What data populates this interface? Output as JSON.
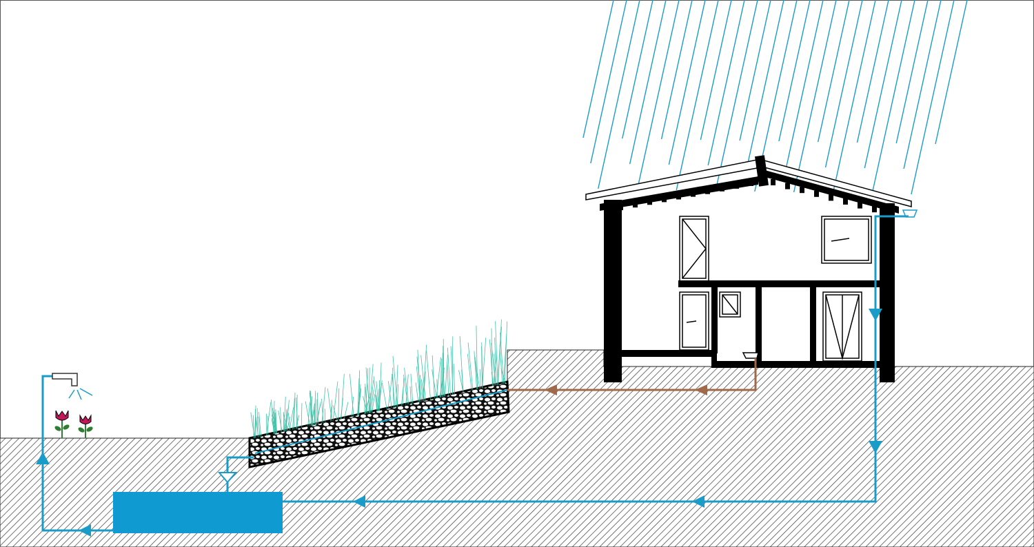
{
  "diagram": {
    "description_visible_text": [],
    "components": {
      "rain": "rain-lines",
      "house": "house-section",
      "gutter": "roof-gutter",
      "downpipe": "rainwater-downpipe",
      "greywater_pipe": "greywater-pipe",
      "constructed_wetland": "gravel-reed-bed",
      "storage_tank": "water-storage-tank",
      "irrigation_outlet": "garden-tap",
      "flowers": [
        "flower-icon",
        "flower-icon"
      ]
    },
    "flow_arrows": [
      {
        "name": "downpipe-down-arrow-1",
        "direction": "down"
      },
      {
        "name": "downpipe-down-arrow-2",
        "direction": "down"
      },
      {
        "name": "return-left-arrow-1",
        "direction": "left"
      },
      {
        "name": "return-left-arrow-2",
        "direction": "left"
      },
      {
        "name": "greywater-left-arrow-1",
        "direction": "left"
      },
      {
        "name": "greywater-left-arrow-2",
        "direction": "left"
      },
      {
        "name": "wetland-down-arrow",
        "direction": "down"
      },
      {
        "name": "tank-out-left-arrow",
        "direction": "left"
      },
      {
        "name": "riser-up-arrow",
        "direction": "up"
      }
    ]
  },
  "colors": {
    "water": "#1a9cc9",
    "tank": "#0f9bd1",
    "greywater": "#a0694a",
    "ground_hatch": "#3a3a3a",
    "structure": "#000000",
    "grass": "#1fb79a",
    "flower": "#c2185b",
    "stem": "#2e7d32"
  }
}
